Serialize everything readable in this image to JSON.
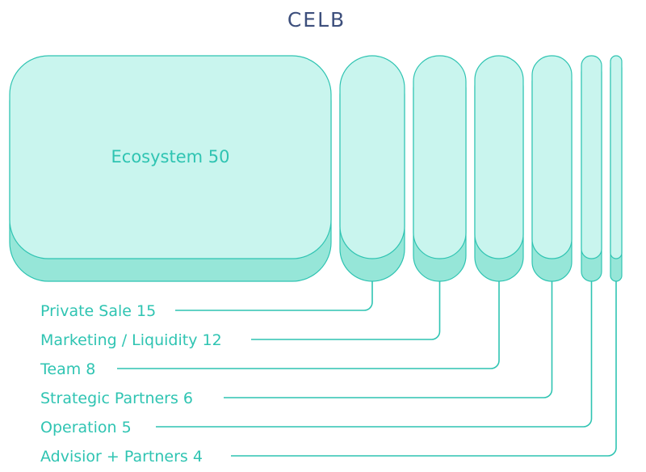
{
  "chart_data": {
    "type": "treemap-blocks",
    "title": "CELB",
    "categories": [
      "Ecosystem",
      "Private Sale",
      "Marketing / Liquidity",
      "Team",
      "Strategic Partners",
      "Operation",
      "Advisior + Partners"
    ],
    "values": [
      50,
      15,
      12,
      8,
      6,
      5,
      4
    ],
    "labels": [
      "Ecosystem 50",
      "Private Sale 15",
      "Marketing / Liquidity 12",
      "Team 8",
      "Strategic Partners 6",
      "Operation 5",
      "Advisior + Partners 4"
    ],
    "colors": {
      "face": "#c9f5ee",
      "side": "#96e6d8",
      "stroke": "#2fc4b2",
      "title": "#3d4f7c"
    }
  }
}
